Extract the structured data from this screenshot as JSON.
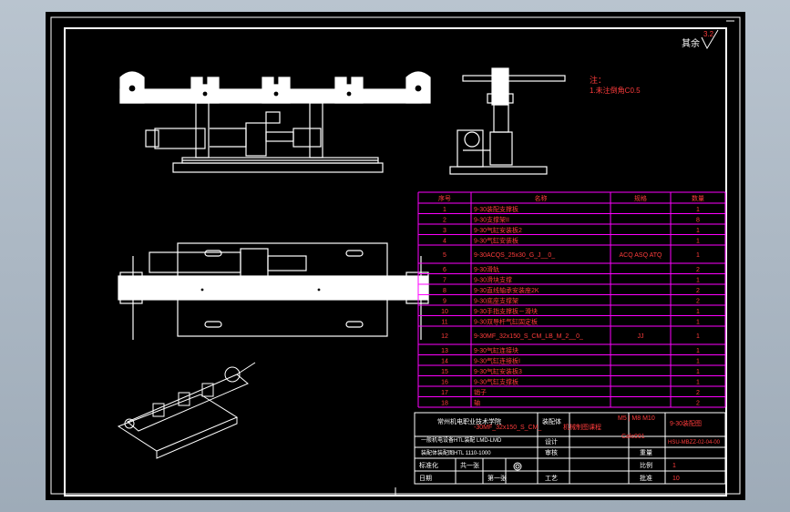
{
  "roughness_mark": "其余",
  "roughness_value": "3.2",
  "notes": {
    "title": "注：",
    "line1": "1.未注倒角C0.5"
  },
  "bom": {
    "headers": [
      "序号",
      "名称",
      "规格",
      "数量"
    ],
    "rows": [
      {
        "no": "1",
        "name": "9-30装配支撑板",
        "spec": "",
        "qty": "1"
      },
      {
        "no": "2",
        "name": "9-30支撑架II",
        "spec": "",
        "qty": "8"
      },
      {
        "no": "3",
        "name": "9-30气缸安装板2",
        "spec": "",
        "qty": "1"
      },
      {
        "no": "4",
        "name": "9-30气缸安装板",
        "spec": "",
        "qty": "1"
      },
      {
        "no": "5",
        "name": "9-30ACQS_25x30_G_J__0_",
        "spec": "ACQ ASQ ATQ",
        "qty": "1"
      },
      {
        "no": "6",
        "name": "9-30滑轨",
        "spec": "",
        "qty": "2"
      },
      {
        "no": "7",
        "name": "9-30滑块支撑",
        "spec": "",
        "qty": "1"
      },
      {
        "no": "8",
        "name": "9-30直线轴承安装座2K",
        "spec": "",
        "qty": "2"
      },
      {
        "no": "9",
        "name": "9-30底座支撑架",
        "spec": "",
        "qty": "2"
      },
      {
        "no": "10",
        "name": "9-30手指支撑板－滑块",
        "spec": "",
        "qty": "1"
      },
      {
        "no": "11",
        "name": "9-30双导杆气缸固定板",
        "spec": "",
        "qty": "1"
      },
      {
        "no": "12",
        "name": "9-30MF_32x150_S_CM_LB_M_2__0_",
        "spec": "JJ",
        "qty": "1"
      },
      {
        "no": "13",
        "name": "9-30气缸连接块",
        "spec": "",
        "qty": "1"
      },
      {
        "no": "14",
        "name": "9-30气缸连接板I",
        "spec": "",
        "qty": "1"
      },
      {
        "no": "15",
        "name": "9-30气缸安装板3",
        "spec": "",
        "qty": "1"
      },
      {
        "no": "16",
        "name": "9-30气缸支撑板",
        "spec": "",
        "qty": "1"
      },
      {
        "no": "17",
        "name": "销子",
        "spec": "",
        "qty": "2"
      },
      {
        "no": "18",
        "name": "轴",
        "spec": "",
        "qty": "2"
      }
    ]
  },
  "title_block": {
    "school": "常州机电职业技术学院",
    "product_code": "-30MF_32x150_S_CM_",
    "type_label": "装配体",
    "spec_label": "机械制图课程",
    "project": "一般机电设备HTL装配 LMD-LMD",
    "project2": "装配体装配图HTL 1110-1000",
    "material_hint": "M5 | M8 M10",
    "calc": "Calc001",
    "drawing_name": "9-30装配图",
    "drawing_no": "HSU-MBZZ-02-04-00",
    "label_design": "设计",
    "label_check": "审核",
    "label_process": "工艺",
    "label_approve": "批准",
    "label_weight": "重量",
    "label_scale": "比例",
    "scale_value": "1",
    "label_sheets": "共 张",
    "label_sheet": "第 张",
    "sheets_value": "10",
    "standard_label": "标准化",
    "date_label": "日期",
    "total_label": "共一张",
    "page_label": "第一张"
  },
  "colors": {
    "sheet": "#000000",
    "frame": "#ffffff",
    "drawing": "#ffffff",
    "table_line": "#ff00ff",
    "table_text": "#ff3c3c",
    "note_text": "#ff3c3c"
  }
}
